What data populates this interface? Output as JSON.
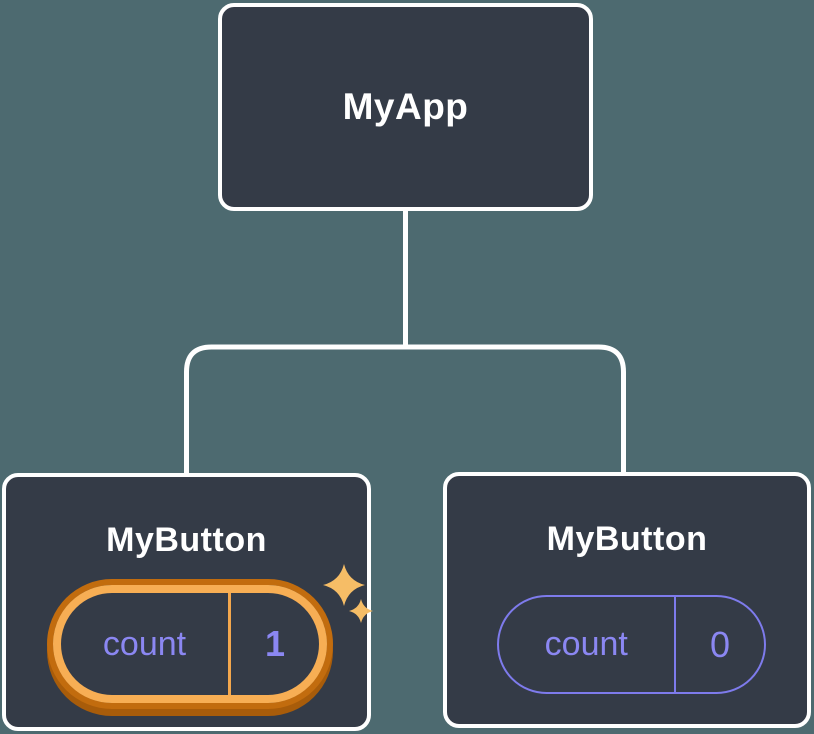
{
  "colors": {
    "background": "#4D6A70",
    "node_fill": "#343B47",
    "node_border": "#FFFFFF",
    "connector_line": "#FFFFFF",
    "label_text": "#FFFFFF",
    "state_purple": "#8B87F2",
    "pill_outline_purple": "#7E7BEC",
    "highlight_orange_light": "#F7AE54",
    "highlight_orange_dark": "#C26C0E",
    "highlight_orange_shadow": "#A85C0A",
    "sparkle_gold": "#F6BD66"
  },
  "tree": {
    "root": {
      "label": "MyApp"
    },
    "children": [
      {
        "label": "MyButton",
        "state": {
          "key": "count",
          "value": "1"
        },
        "highlighted": true,
        "icon": "sparkles-icon"
      },
      {
        "label": "MyButton",
        "state": {
          "key": "count",
          "value": "0"
        },
        "highlighted": false
      }
    ]
  }
}
